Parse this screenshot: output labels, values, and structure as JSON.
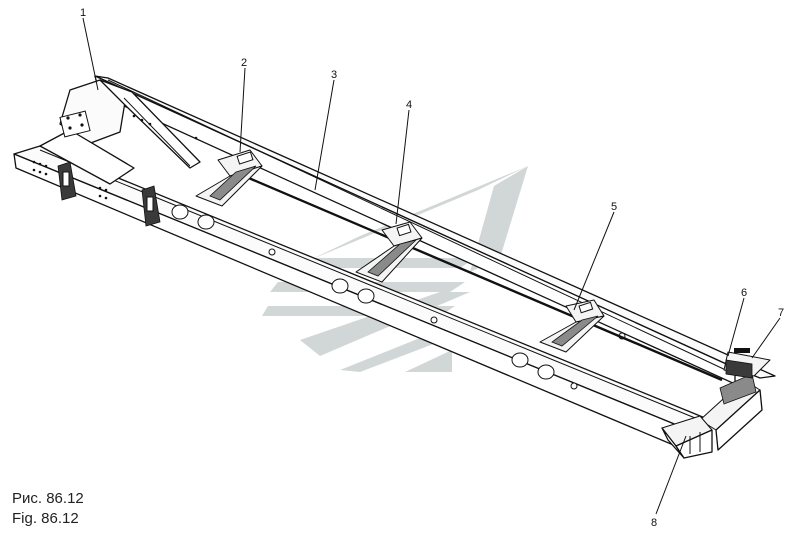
{
  "figure": {
    "caption_ru": "Рис. 86.12",
    "caption_en": "Fig. 86.12"
  },
  "callouts": [
    "1",
    "2",
    "3",
    "4",
    "5",
    "6",
    "7",
    "8"
  ],
  "colors": {
    "line": "#111111",
    "watermark": "#c9d0d0",
    "background": "#ffffff"
  }
}
